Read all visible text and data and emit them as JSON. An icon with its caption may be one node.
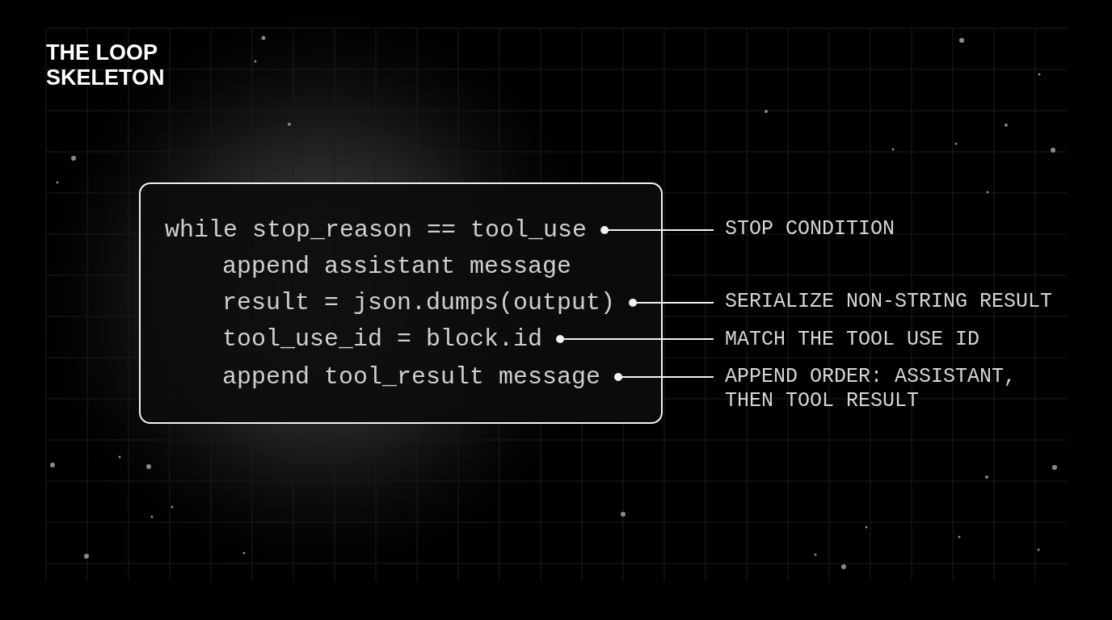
{
  "diagram": {
    "title": "THE LOOP SKELETON",
    "nodes": [
      {
        "text": [],
        "shape": "box"
      },
      {
        "text": [
          "while stop_reason == tool_use"
        ],
        "in": 0
      },
      {
        "text": [
          "append assistant message"
        ],
        "in": 0
      },
      {
        "text": [
          "result = json.dumps(output)"
        ],
        "in": 0
      },
      {
        "text": [
          "tool_use_id = block.id"
        ],
        "in": 0
      },
      {
        "text": [
          "append tool_result message"
        ],
        "in": 0
      },
      {
        "text": [
          "STOP CONDITION"
        ]
      },
      {
        "text": [
          "SERIALIZE NON-STRING RESULT"
        ]
      },
      {
        "text": [
          "MATCH THE TOOL USE ID"
        ]
      },
      {
        "text": [
          "APPEND ORDER: ASSISTANT, THEN TOOL RESULT"
        ]
      }
    ],
    "edges": [
      {
        "from": 6,
        "to": 1,
        "arrow": "other"
      },
      {
        "from": 7,
        "to": 3,
        "arrow": "other"
      },
      {
        "from": 8,
        "to": 4,
        "arrow": "other"
      },
      {
        "from": 9,
        "to": 5,
        "arrow": "other"
      }
    ]
  }
}
